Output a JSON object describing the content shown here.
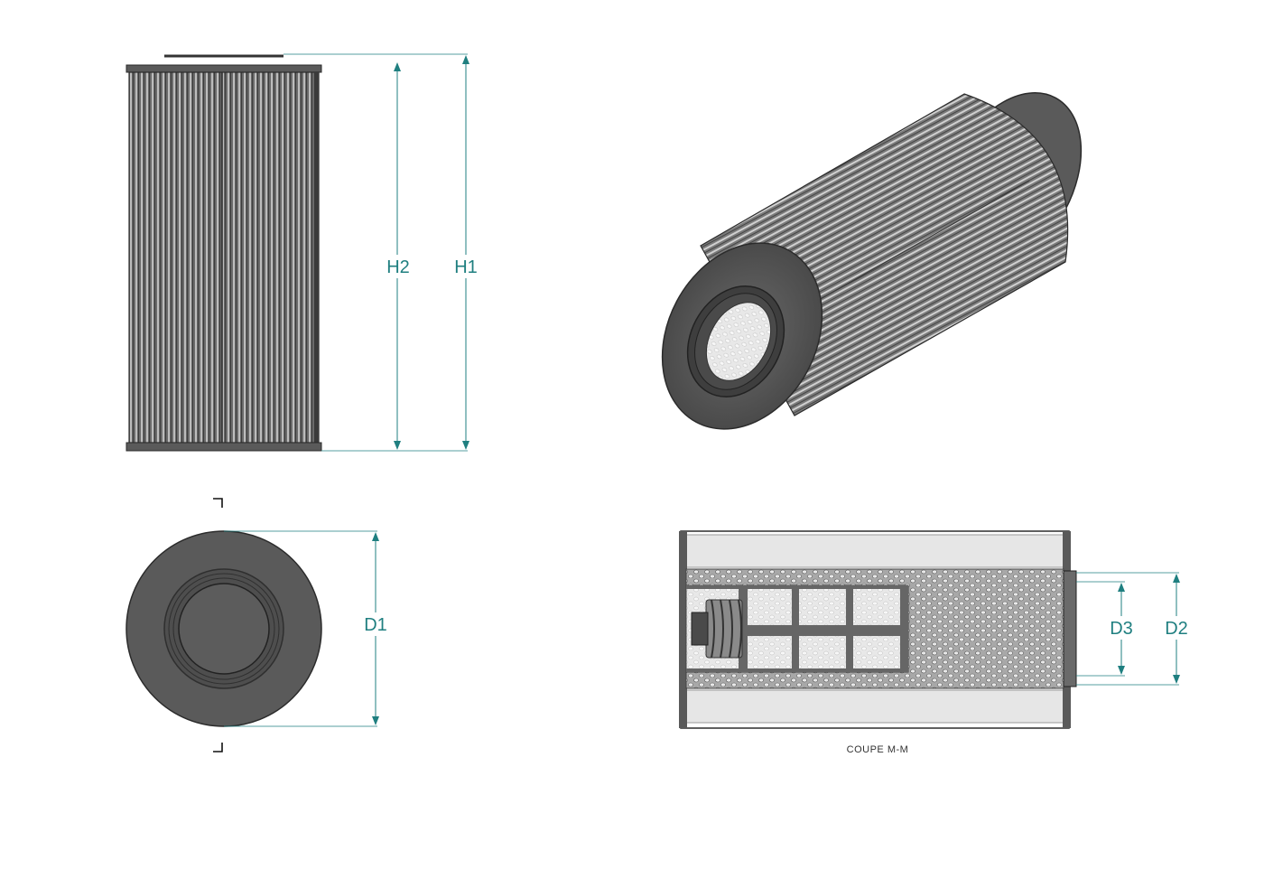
{
  "colors": {
    "dimension": "#1f7f80",
    "body": "#555555",
    "body_light": "#8a8a8a",
    "outline": "#2b2b2b",
    "section_fill": "#e6e6e6"
  },
  "front_view": {
    "dimensions": {
      "inner_height": "H2",
      "overall_height": "H1"
    }
  },
  "top_view": {
    "dimensions": {
      "outer_diameter": "D1"
    }
  },
  "section_view": {
    "caption": "COUPE M-M",
    "dimensions": {
      "inner_diameter": "D3",
      "outlet_diameter": "D2"
    }
  },
  "icons": [
    "section-marker-icon",
    "arrow-icon"
  ]
}
